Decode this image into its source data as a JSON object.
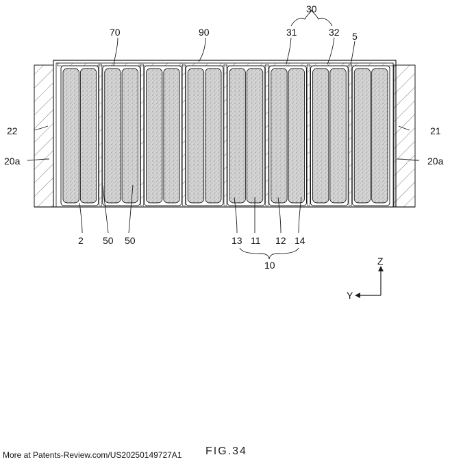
{
  "figure": {
    "caption": "FIG.34",
    "source_note": "More at Patents-Review.com/US20250149727A1"
  },
  "labels": {
    "l30": "30",
    "l31": "31",
    "l32": "32",
    "l70": "70",
    "l90": "90",
    "l5": "5",
    "l22": "22",
    "l21": "21",
    "l20a_left": "20a",
    "l20a_right": "20a",
    "l2": "2",
    "l50a": "50",
    "l50b": "50",
    "l13": "13",
    "l11": "11",
    "l12": "12",
    "l14": "14",
    "l10": "10"
  },
  "axes": {
    "z_label": "Z",
    "y_label": "Y"
  },
  "colors": {
    "line": "#1a1a1a",
    "cell_fill": "#c9c9c9",
    "hatch": "#555555"
  },
  "cell_count": 8
}
